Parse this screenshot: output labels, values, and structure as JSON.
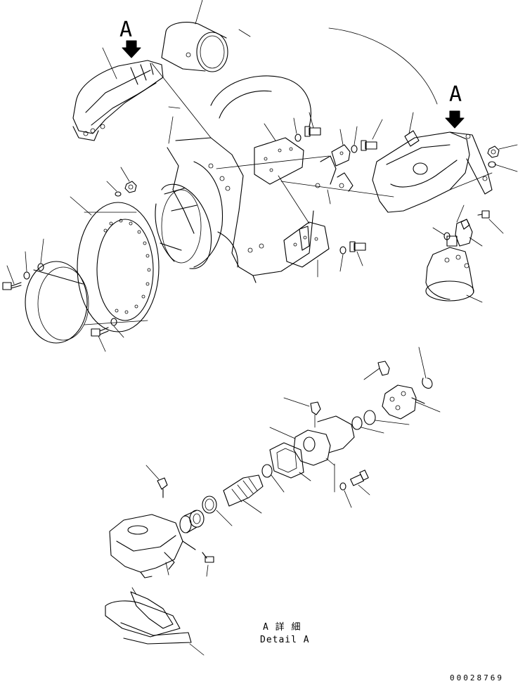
{
  "view_labels": {
    "label_left": "A",
    "label_right": "A"
  },
  "detail": {
    "jp": "A 詳 細",
    "en": "Detail A"
  },
  "drawing_number": "00028769",
  "colors": {
    "ink": "#000000",
    "paper": "#ffffff"
  }
}
